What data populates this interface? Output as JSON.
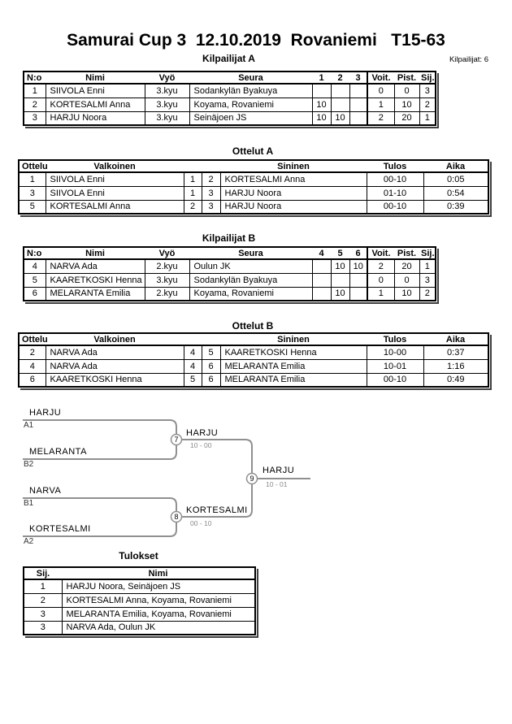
{
  "title": "Samurai Cup 3  12.10.2019  Rovaniemi   T15-63",
  "competitors_note": "Kilpailijat: 6",
  "pool_a": {
    "title": "Kilpailijat A",
    "headers": {
      "no": "N:o",
      "nimi": "Nimi",
      "vyo": "Vyö",
      "seura": "Seura",
      "m1": "1",
      "m2": "2",
      "m3": "3",
      "voit": "Voit.",
      "pist": "Pist.",
      "sij": "Sij."
    },
    "rows": [
      {
        "no": "1",
        "nimi": "SIIVOLA Enni",
        "vyo": "3.kyu",
        "seura": "Sodankylän Byakuya",
        "m1": "",
        "m2": "",
        "m3": "",
        "voit": "0",
        "pist": "0",
        "sij": "3"
      },
      {
        "no": "2",
        "nimi": "KORTESALMI Anna",
        "vyo": "3.kyu",
        "seura": "Koyama, Rovaniemi",
        "m1": "10",
        "m2": "",
        "m3": "",
        "voit": "1",
        "pist": "10",
        "sij": "2"
      },
      {
        "no": "3",
        "nimi": "HARJU Noora",
        "vyo": "3.kyu",
        "seura": "Seinäjoen JS",
        "m1": "10",
        "m2": "10",
        "m3": "",
        "voit": "2",
        "pist": "20",
        "sij": "1"
      }
    ]
  },
  "matches_a": {
    "title": "Ottelut A",
    "headers": {
      "ottelu": "Ottelu",
      "valkoinen": "Valkoinen",
      "sininen": "Sininen",
      "tulos": "Tulos",
      "aika": "Aika"
    },
    "rows": [
      {
        "ottelu": "1",
        "valkoinen": "SIIVOLA Enni",
        "wno": "1",
        "bno": "2",
        "sininen": "KORTESALMI Anna",
        "tulos": "00-10",
        "aika": "0:05"
      },
      {
        "ottelu": "3",
        "valkoinen": "SIIVOLA Enni",
        "wno": "1",
        "bno": "3",
        "sininen": "HARJU Noora",
        "tulos": "01-10",
        "aika": "0:54"
      },
      {
        "ottelu": "5",
        "valkoinen": "KORTESALMI Anna",
        "wno": "2",
        "bno": "3",
        "sininen": "HARJU Noora",
        "tulos": "00-10",
        "aika": "0:39"
      }
    ]
  },
  "pool_b": {
    "title": "Kilpailijat B",
    "headers": {
      "no": "N:o",
      "nimi": "Nimi",
      "vyo": "Vyö",
      "seura": "Seura",
      "m4": "4",
      "m5": "5",
      "m6": "6",
      "voit": "Voit.",
      "pist": "Pist.",
      "sij": "Sij."
    },
    "rows": [
      {
        "no": "4",
        "nimi": "NARVA Ada",
        "vyo": "2.kyu",
        "seura": "Oulun JK",
        "m4": "",
        "m5": "10",
        "m6": "10",
        "voit": "2",
        "pist": "20",
        "sij": "1"
      },
      {
        "no": "5",
        "nimi": "KAARETKOSKI Henna",
        "vyo": "3.kyu",
        "seura": "Sodankylän Byakuya",
        "m4": "",
        "m5": "",
        "m6": "",
        "voit": "0",
        "pist": "0",
        "sij": "3"
      },
      {
        "no": "6",
        "nimi": "MELARANTA Emilia",
        "vyo": "2.kyu",
        "seura": "Koyama, Rovaniemi",
        "m4": "",
        "m5": "10",
        "m6": "",
        "voit": "1",
        "pist": "10",
        "sij": "2"
      }
    ]
  },
  "matches_b": {
    "title": "Ottelut B",
    "headers": {
      "ottelu": "Ottelu",
      "valkoinen": "Valkoinen",
      "sininen": "Sininen",
      "tulos": "Tulos",
      "aika": "Aika"
    },
    "rows": [
      {
        "ottelu": "2",
        "valkoinen": "NARVA Ada",
        "wno": "4",
        "bno": "5",
        "sininen": "KAARETKOSKI Henna",
        "tulos": "10-00",
        "aika": "0:37"
      },
      {
        "ottelu": "4",
        "valkoinen": "NARVA Ada",
        "wno": "4",
        "bno": "6",
        "sininen": "MELARANTA Emilia",
        "tulos": "10-01",
        "aika": "1:16"
      },
      {
        "ottelu": "6",
        "valkoinen": "KAARETKOSKI Henna",
        "wno": "5",
        "bno": "6",
        "sininen": "MELARANTA Emilia",
        "tulos": "00-10",
        "aika": "0:49"
      }
    ]
  },
  "bracket": {
    "semi1": {
      "top_name": "HARJU",
      "top_seed": "A1",
      "bottom_name": "MELARANTA",
      "bottom_seed": "B2",
      "match_no": "7",
      "winner": "HARJU",
      "score": "10 - 00"
    },
    "semi2": {
      "top_name": "NARVA",
      "top_seed": "B1",
      "bottom_name": "KORTESALMI",
      "bottom_seed": "A2",
      "match_no": "8",
      "winner": "KORTESALMI",
      "score": "00 - 10"
    },
    "final": {
      "match_no": "9",
      "winner": "HARJU",
      "score": "10 - 01"
    },
    "line_color": "#909090"
  },
  "results": {
    "title": "Tulokset",
    "headers": {
      "sij": "Sij.",
      "nimi": "Nimi"
    },
    "rows": [
      {
        "sij": "1",
        "nimi": "HARJU Noora, Seinäjoen JS"
      },
      {
        "sij": "2",
        "nimi": "KORTESALMI Anna, Koyama, Rovaniemi"
      },
      {
        "sij": "3",
        "nimi": "MELARANTA Emilia, Koyama, Rovaniemi"
      },
      {
        "sij": "3",
        "nimi": "NARVA Ada, Oulun JK"
      }
    ]
  }
}
